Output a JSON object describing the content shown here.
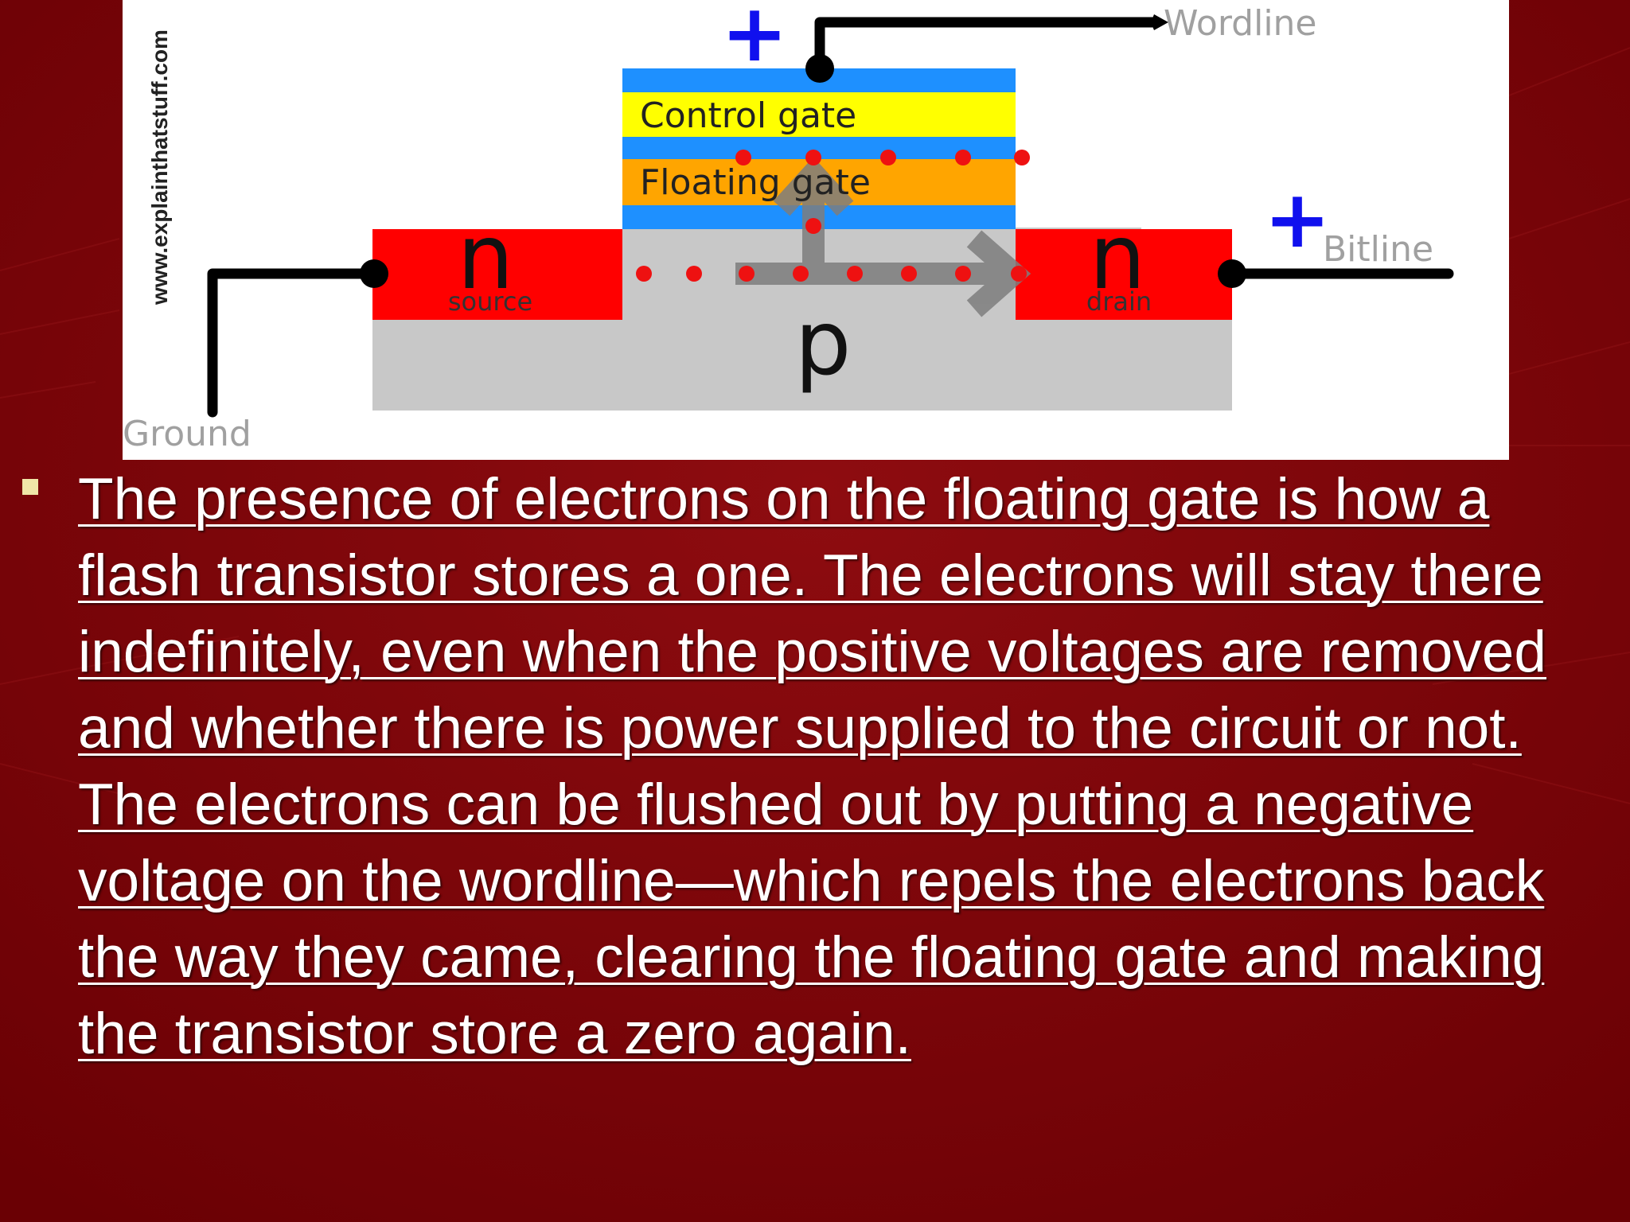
{
  "colors": {
    "background_dark": "#6e0005",
    "background_mid": "#8a0a0e",
    "bullet_marker": "#f0e6a8",
    "text": "#ffffff",
    "n_region": "#ff0000",
    "p_substrate": "#c8c8c8",
    "insulator": "#1e90ff",
    "control_gate": "#ffff00",
    "floating_gate": "#ffa500",
    "electron": "#ee1111",
    "plus_sign": "#1010ee",
    "wire": "#000000",
    "label_gray": "#a0a0a0"
  },
  "figure": {
    "watermark": "www.explainthatstuff.com",
    "labels": {
      "wordline": "Wordline",
      "bitline": "Bitline",
      "ground": "Ground",
      "control_gate": "Control gate",
      "floating_gate": "Floating gate",
      "source_n": "n",
      "source": "source",
      "drain_n": "n",
      "drain": "drain",
      "substrate": "p",
      "plus_wordline": "+",
      "plus_bitline": "+"
    }
  },
  "bullet": {
    "text": "The presence of electrons on the floating gate is how a flash transistor stores a one. The electrons will stay there indefinitely, even when the positive voltages are removed and whether there is power supplied to the circuit or not. The electrons can be flushed out by putting a negative voltage on the wordline—which repels the electrons back the way they came, clearing the floating gate and making the transistor store a zero again."
  }
}
